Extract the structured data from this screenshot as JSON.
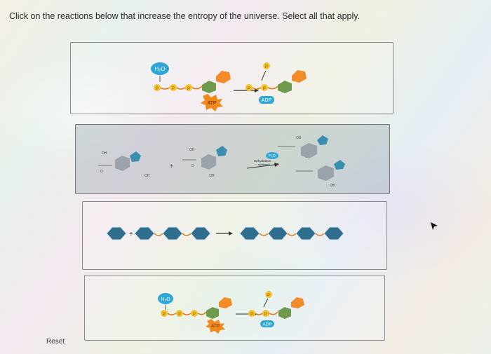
{
  "question": "Click on the reactions below that increase the entropy of the universe. Select all that apply.",
  "reset_label": "Reset",
  "options": [
    {
      "water": "H₂O",
      "p": "P",
      "atp": "ATP",
      "adp": "ADP",
      "selected": false
    },
    {
      "oh": "OH",
      "o": "O",
      "h2o": "H₂O",
      "arrow_label_1": "Dehydration",
      "arrow_label_2": "synthesis",
      "selected": true
    },
    {
      "selected": false
    },
    {
      "water": "H₂O",
      "p": "P",
      "atp": "ATP",
      "adp": "ADP",
      "selected": false
    }
  ],
  "colors": {
    "water": "#2ea6d6",
    "atp_burst": "#f08a1c",
    "phosphate": "#f2c230",
    "hexagon": "#f28c28",
    "pentagon_green": "#6f9a4c",
    "hex_gray": "#9aa2aa",
    "hex_teal": "#3a8fb0",
    "monomer": "#2f6e8c",
    "option_selected_bg": "#8b9aa3"
  }
}
